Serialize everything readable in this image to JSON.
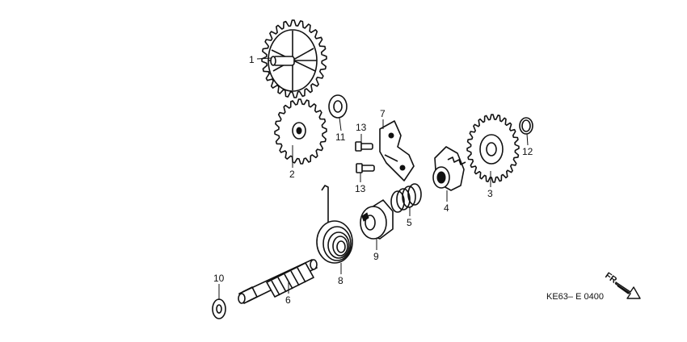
{
  "callouts": {
    "p1": "1",
    "p2": "2",
    "p3": "3",
    "p4": "4",
    "p5": "5",
    "p6": "6",
    "p7": "7",
    "p8": "8",
    "p9": "9",
    "p10": "10",
    "p11": "11",
    "p12": "12",
    "p13a": "13",
    "p13b": "13"
  },
  "diagram_code": "KE63– E 0400",
  "direction": {
    "label": "FR.",
    "icon": "arrow-right-down-icon"
  },
  "colors": {
    "ink": "#111111",
    "background": "#ffffff"
  }
}
